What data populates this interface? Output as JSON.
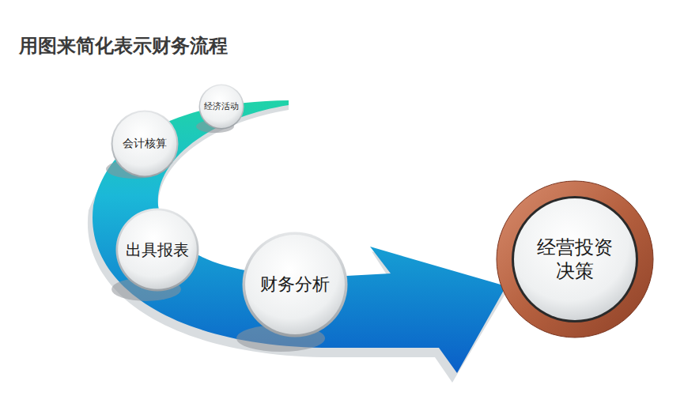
{
  "diagram": {
    "title": "用图来简化表示财务流程",
    "nodes": [
      {
        "text": [
          "经济活动"
        ]
      },
      {
        "text": [
          "会计核算"
        ]
      },
      {
        "text": [
          "出具报表"
        ]
      },
      {
        "text": [
          "财务分析"
        ]
      },
      {
        "text": [
          "经营投资决策"
        ]
      }
    ]
  }
}
